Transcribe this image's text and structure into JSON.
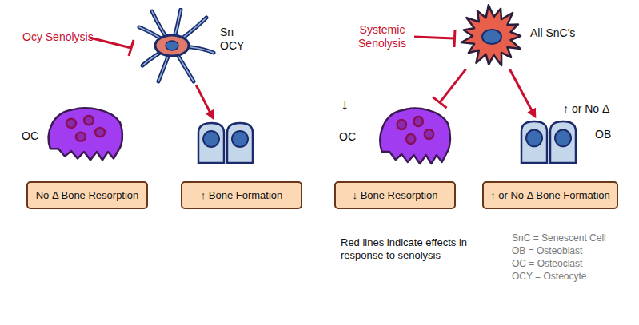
{
  "diagram": {
    "nodes": [
      {
        "text": [
          "Sn OCY"
        ]
      },
      {
        "text": [
          "OC"
        ]
      },
      {
        "text": []
      },
      {
        "text": [
          "No Δ Bone Resorption"
        ]
      },
      {
        "text": [
          "↑ Bone Formation"
        ]
      },
      {
        "text": [
          "All SnC's"
        ]
      },
      {
        "text": [
          "↓",
          "OC"
        ]
      },
      {
        "text": [
          "↑ or No Δ",
          "OB"
        ]
      },
      {
        "text": [
          "↓ Bone Resorption"
        ]
      },
      {
        "text": [
          "↑ or No Δ Bone Formation"
        ]
      }
    ],
    "edges": [
      {
        "from": 0,
        "to": 2,
        "arrow": "to"
      },
      {
        "from": 5,
        "to": 6,
        "arrow": "to"
      },
      {
        "from": 5,
        "to": 7,
        "arrow": "to"
      }
    ],
    "labels": [
      "Ocy Senolysis",
      "Systemic Senolysis",
      "Red lines indicate effects in response to senolysis"
    ],
    "legend": [
      {
        "text": "SnC = Senescent Cell"
      },
      {
        "text": "OB = Osteoblast"
      },
      {
        "text": "OC = Osteoclast"
      },
      {
        "text": "OCY = Osteocyte"
      }
    ]
  }
}
